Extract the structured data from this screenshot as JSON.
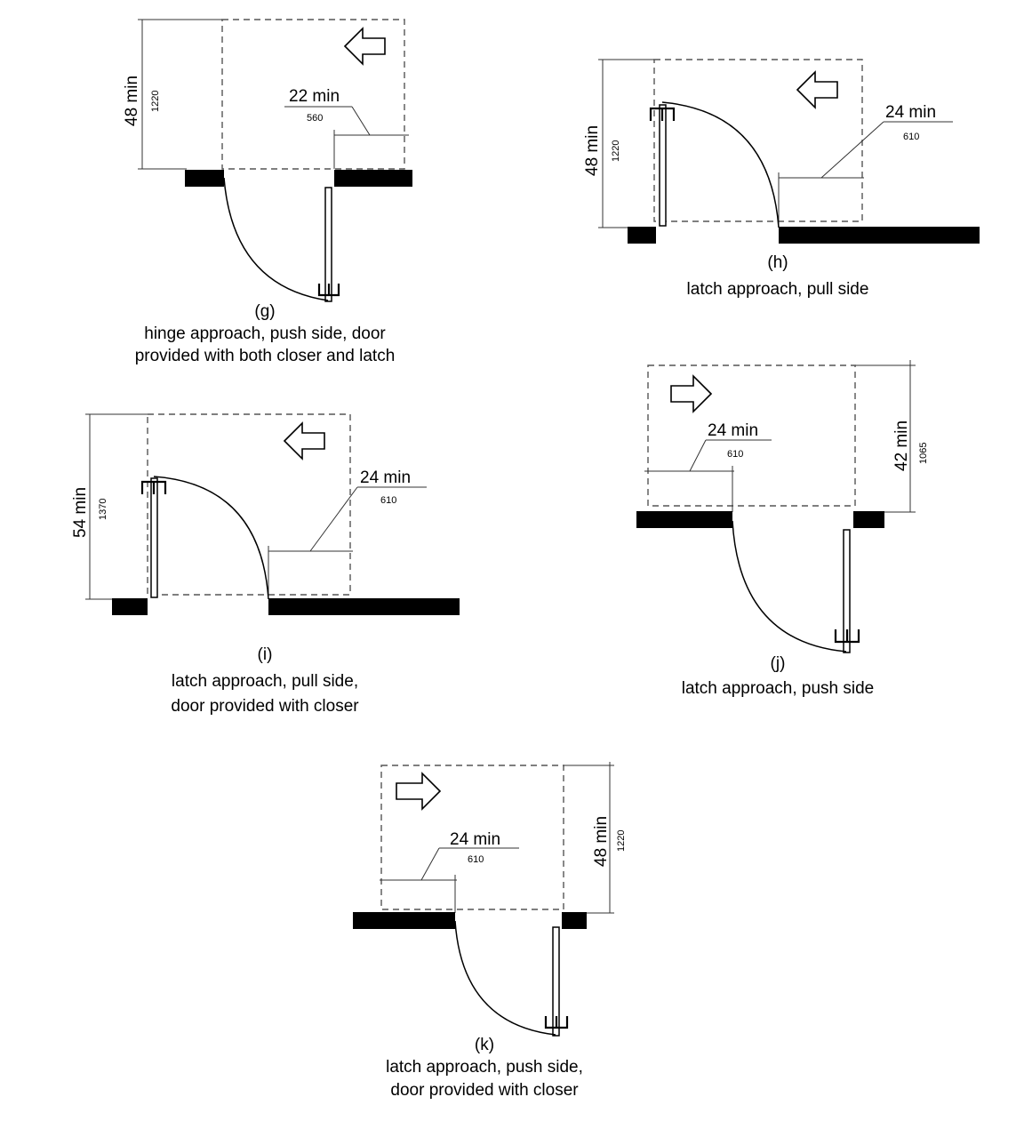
{
  "diagrams": {
    "g": {
      "depth_label": "48 min",
      "depth_mm": "1220",
      "width_label": "22 min",
      "width_mm": "560",
      "tag": "(g)",
      "caption_line1": "hinge approach, push side, door",
      "caption_line2": "provided with both closer and latch"
    },
    "h": {
      "depth_label": "48 min",
      "depth_mm": "1220",
      "width_label": "24 min",
      "width_mm": "610",
      "tag": "(h)",
      "caption_line1": "latch approach, pull side"
    },
    "i": {
      "depth_label": "54 min",
      "depth_mm": "1370",
      "width_label": "24 min",
      "width_mm": "610",
      "tag": "(i)",
      "caption_line1": "latch approach, pull side,",
      "caption_line2": "door provided with closer"
    },
    "j": {
      "depth_label": "42 min",
      "depth_mm": "1065",
      "width_label": "24 min",
      "width_mm": "610",
      "tag": "(j)",
      "caption_line1": "latch approach, push side"
    },
    "k": {
      "depth_label": "48 min",
      "depth_mm": "1220",
      "width_label": "24 min",
      "width_mm": "610",
      "tag": "(k)",
      "caption_line1": "latch approach, push side,",
      "caption_line2": "door provided with closer"
    }
  }
}
